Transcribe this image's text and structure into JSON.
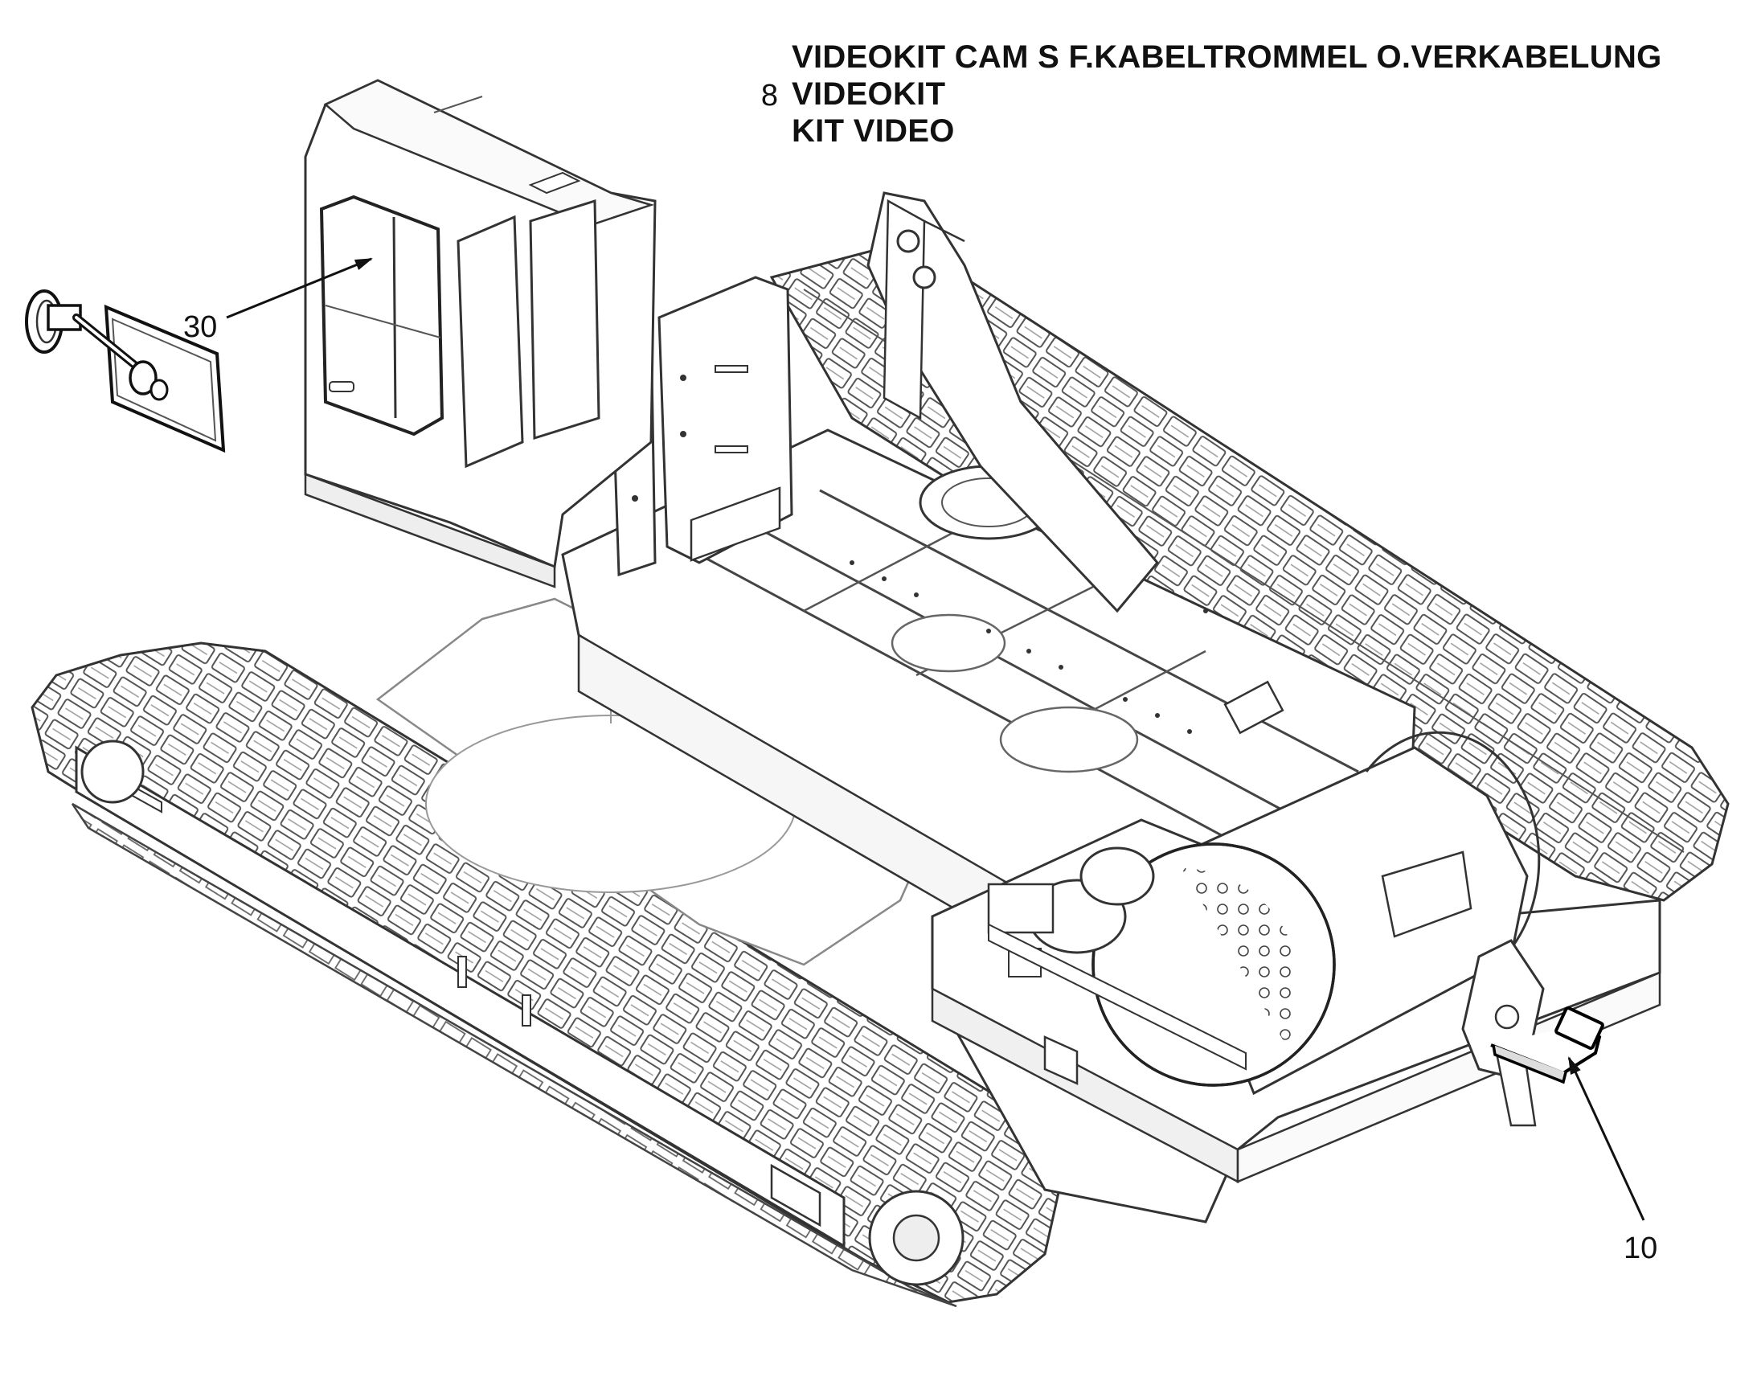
{
  "title": {
    "position_number": "8",
    "lines": [
      "VIDEOKIT CAM S F.KABELTROMMEL O.VERKABELUNG",
      "VIDEOKIT",
      "KIT VIDEO"
    ]
  },
  "callouts": [
    {
      "label": "30"
    },
    {
      "label": "10"
    }
  ],
  "colors": {
    "line": "#2a2a2a",
    "light_line": "#9a9a9a",
    "fill": "#ffffff",
    "shade": "#e8e8e8"
  }
}
